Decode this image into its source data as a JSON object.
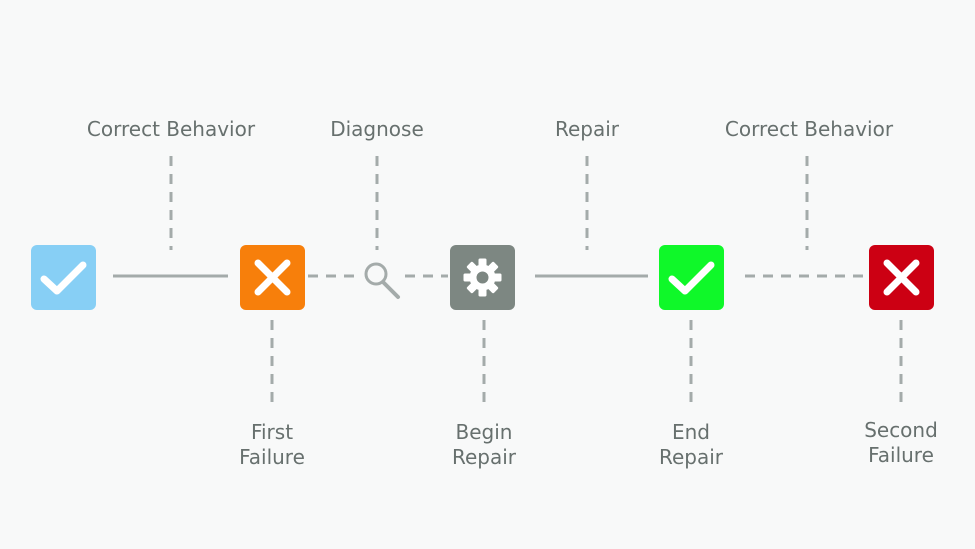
{
  "top_labels": {
    "correct_behavior_1": "Correct Behavior",
    "diagnose": "Diagnose",
    "repair": "Repair",
    "correct_behavior_2": "Correct Behavior"
  },
  "bottom_labels": {
    "first_failure": [
      "First",
      "Failure"
    ],
    "begin_repair": [
      "Begin",
      "Repair"
    ],
    "end_repair": [
      "End",
      "Repair"
    ],
    "second_failure": [
      "Second",
      "Failure"
    ]
  },
  "nodes": [
    {
      "name": "correct-start",
      "icon": "check-icon",
      "color": "#87cff5"
    },
    {
      "name": "first-failure",
      "icon": "x-icon",
      "color": "#f77f0b"
    },
    {
      "name": "begin-repair",
      "icon": "gear-icon",
      "color": "#7d8782"
    },
    {
      "name": "end-repair",
      "icon": "check-icon",
      "color": "#0ff829"
    },
    {
      "name": "second-failure",
      "icon": "x-icon",
      "color": "#cc0013"
    }
  ],
  "colors": {
    "line": "#a4abaa",
    "dashed": "#a4abaa",
    "text": "#67706e",
    "background": "#f8f9f9"
  }
}
